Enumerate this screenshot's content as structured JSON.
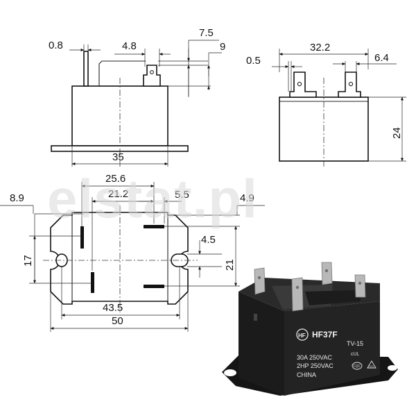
{
  "watermark": "elstat.pl",
  "side_view": {
    "dims": {
      "pin_thickness": "0.8",
      "pin_offset": "4.8",
      "tab_offset": "7.5",
      "tab_height": "9",
      "base_width": "35"
    }
  },
  "end_view": {
    "dims": {
      "pin_thickness": "0.5",
      "width": "32.2",
      "tab_width": "6.4",
      "height": "24"
    }
  },
  "top_view": {
    "dims": {
      "left_offset": "8.9",
      "outer_pin_span": "25.6",
      "inner_pin_span": "21.2",
      "pin_gap": "5.5",
      "right_offset": "4.9",
      "hole_spacing": "17",
      "slot_width": "4.5",
      "height": "21",
      "mount_span": "43.5",
      "overall_width": "50"
    }
  },
  "photo": {
    "brand_logo": "HF",
    "model": "HF37F",
    "variant": "TV-15",
    "rating_line1": "30A 250VAC",
    "rating_line2": "2HP 250VAC",
    "origin": "CHINA",
    "cert_marks": [
      "cUL",
      "CQC",
      "TÜV"
    ]
  }
}
